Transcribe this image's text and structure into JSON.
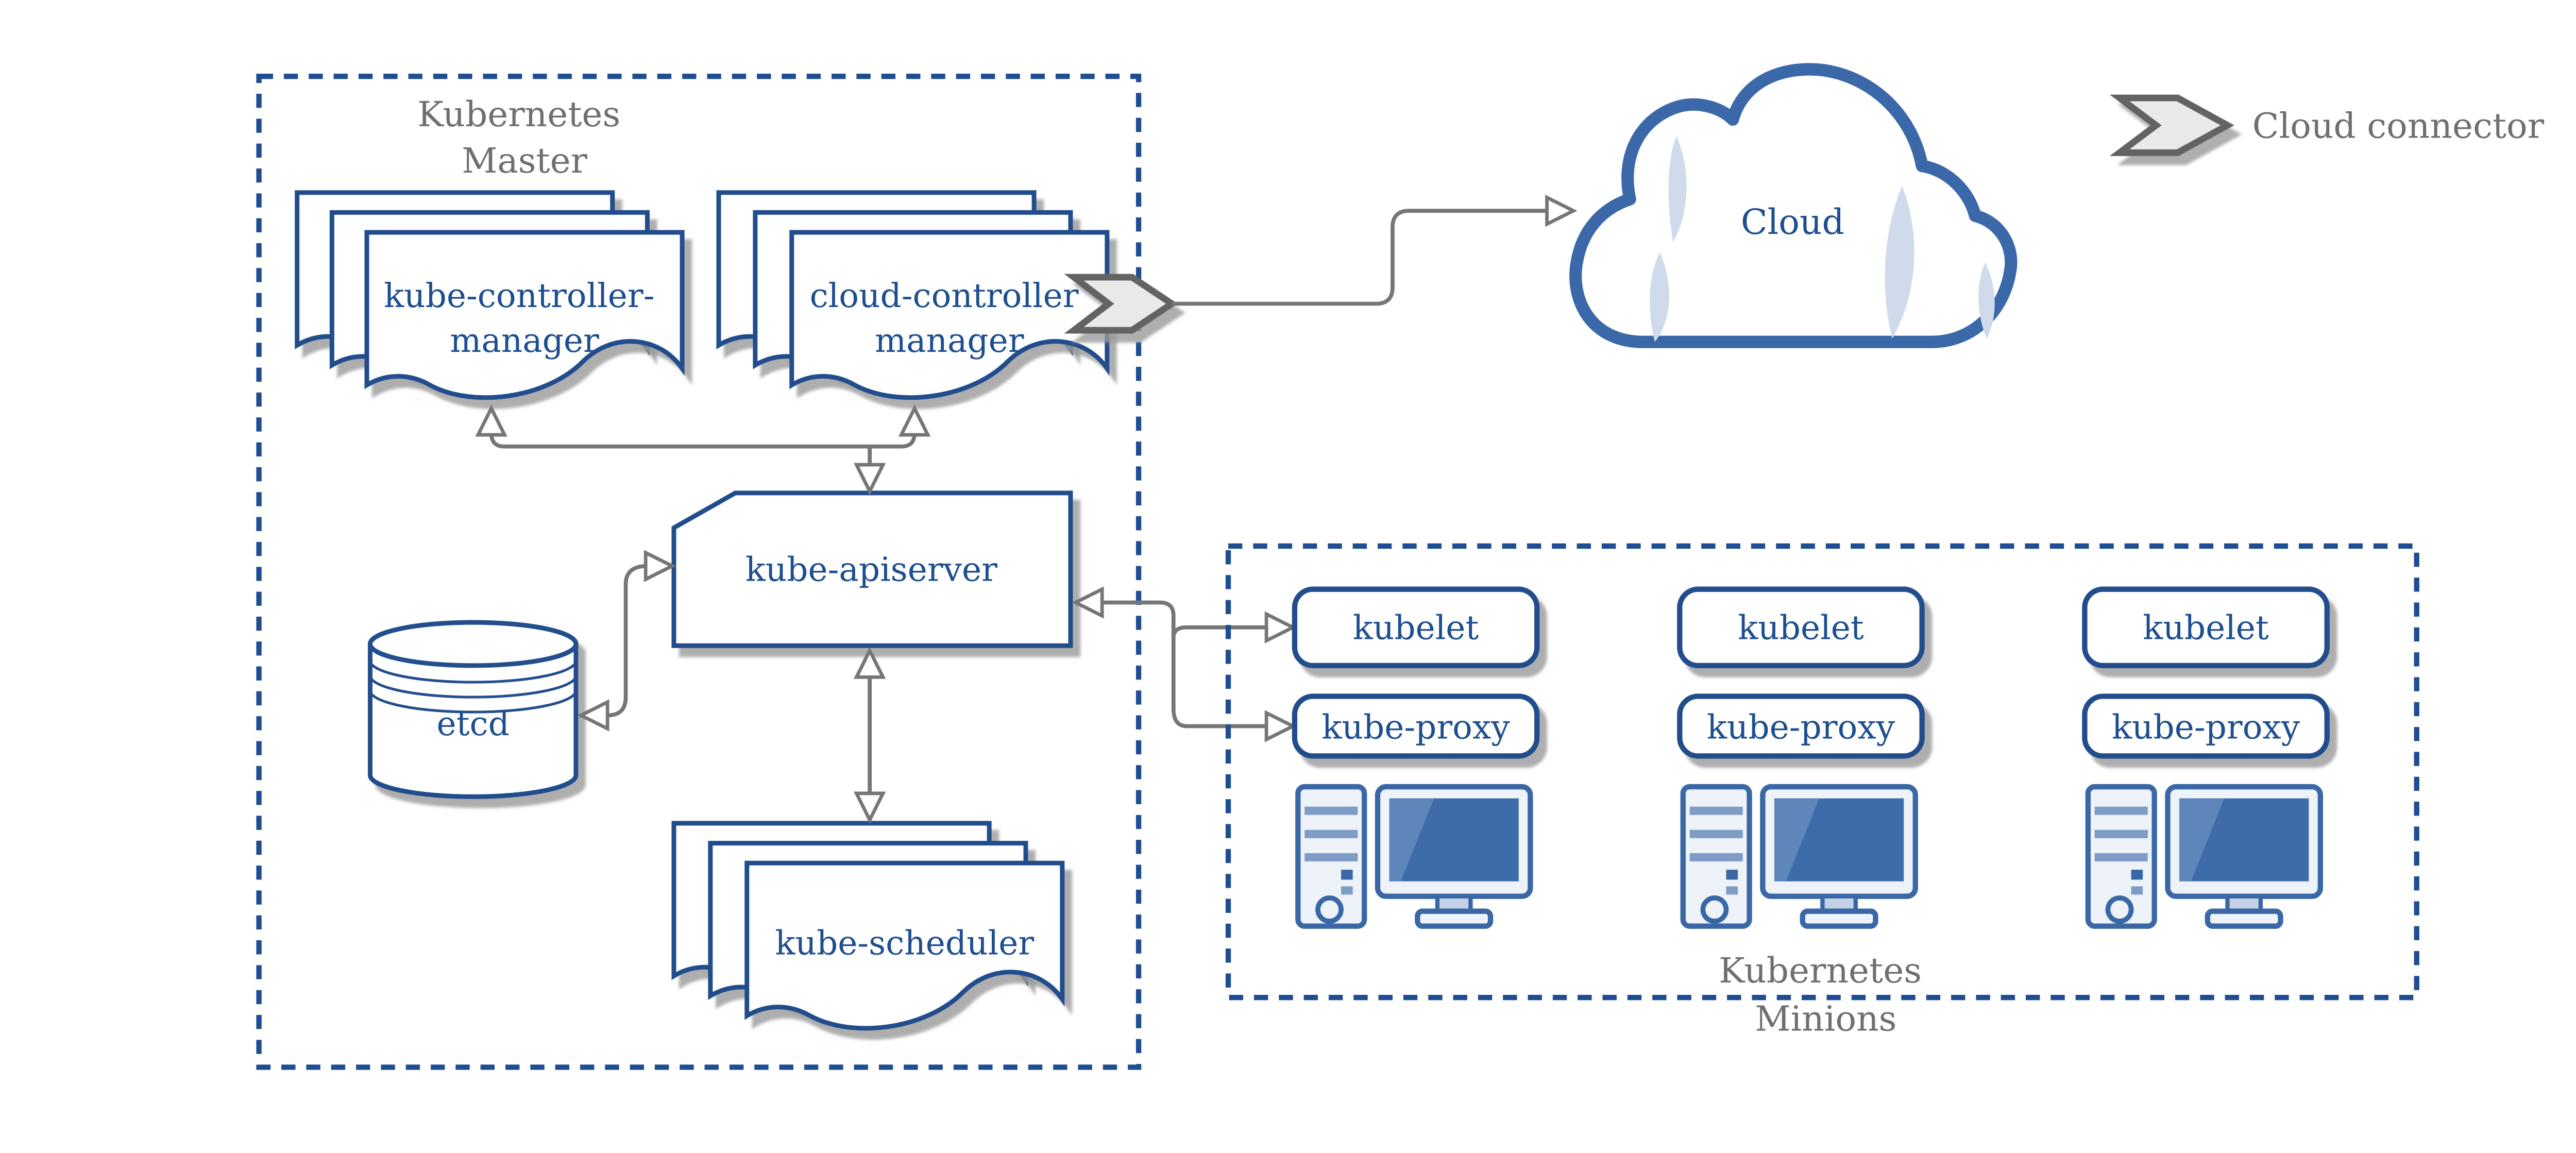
{
  "master": {
    "title_line1": "Kubernetes",
    "title_line2": "Master"
  },
  "components": {
    "kcm": {
      "line1": "kube-controller-",
      "line2": "manager"
    },
    "ccm": {
      "line1": "cloud-controller",
      "line2": "manager"
    },
    "apiserver": {
      "label": "kube-apiserver"
    },
    "etcd": {
      "label": "etcd"
    },
    "scheduler": {
      "label": "kube-scheduler"
    }
  },
  "cloud": {
    "label": "Cloud"
  },
  "legend": {
    "label": "Cloud connector"
  },
  "minions": {
    "title_line1": "Kubernetes",
    "title_line2": "Minions",
    "nodes": [
      {
        "kubelet": "kubelet",
        "kube_proxy": "kube-proxy"
      },
      {
        "kubelet": "kubelet",
        "kube_proxy": "kube-proxy"
      },
      {
        "kubelet": "kubelet",
        "kube_proxy": "kube-proxy"
      }
    ]
  },
  "colors": {
    "blue_border": "#234e8d",
    "blue_text": "#1d4e8f",
    "dash_blue": "#1e4d92",
    "gray_text": "#6f6f6f",
    "connector_gray": "#767676",
    "chevron_fill": "#e9e9e9",
    "chevron_border": "#646464",
    "node_border": "#3a67a5",
    "screen_fill": "#3e6cab",
    "crescent": "#cfdbeb",
    "cloud_border": "#3a68a9"
  }
}
